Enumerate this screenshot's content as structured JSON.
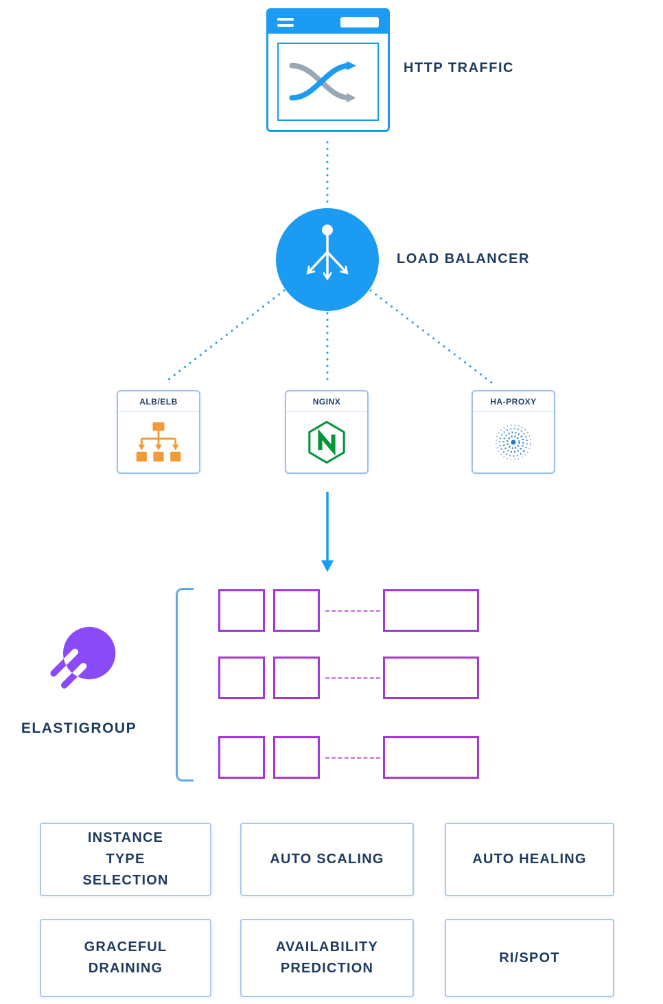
{
  "colors": {
    "accent_blue": "#1b9cf2",
    "line_blue": "#1b9cf2",
    "navy_text": "#1e3a5f",
    "purple": "#a337d8",
    "purple_dash": "#cf8de9",
    "violet": "#8b4af8",
    "orange": "#f19b38",
    "nginx_green": "#009639",
    "box_border": "#9cc0ea",
    "feature_border": "#abc8ec",
    "haproxy_blue": "#2178c8",
    "bracket_blue": "#5fa8e8",
    "arrow_gray": "#9aa7b5"
  },
  "nodes": {
    "http_traffic": {
      "label": "HTTP TRAFFIC",
      "icon": "browser-shuffle-arrows-icon"
    },
    "load_balancer": {
      "label": "LOAD BALANCER",
      "icon": "branching-arrows-icon"
    },
    "balancers": [
      {
        "label": "ALB/ELB",
        "icon": "alb-elb-tree-icon"
      },
      {
        "label": "NGINX",
        "icon": "nginx-hexagon-n-icon"
      },
      {
        "label": "HA-PROXY",
        "icon": "haproxy-dotted-sphere-icon"
      }
    ],
    "elastigroup": {
      "label": "ELASTIGROUP",
      "icon": "elastigroup-comet-icon",
      "instance_rows": 3
    }
  },
  "features": [
    {
      "label": "INSTANCE\nTYPE\nSELECTION"
    },
    {
      "label": "AUTO SCALING"
    },
    {
      "label": "AUTO HEALING"
    },
    {
      "label": "GRACEFUL\nDRAINING"
    },
    {
      "label": "AVAILABILITY\nPREDICTION"
    },
    {
      "label": "RI/SPOT"
    }
  ]
}
